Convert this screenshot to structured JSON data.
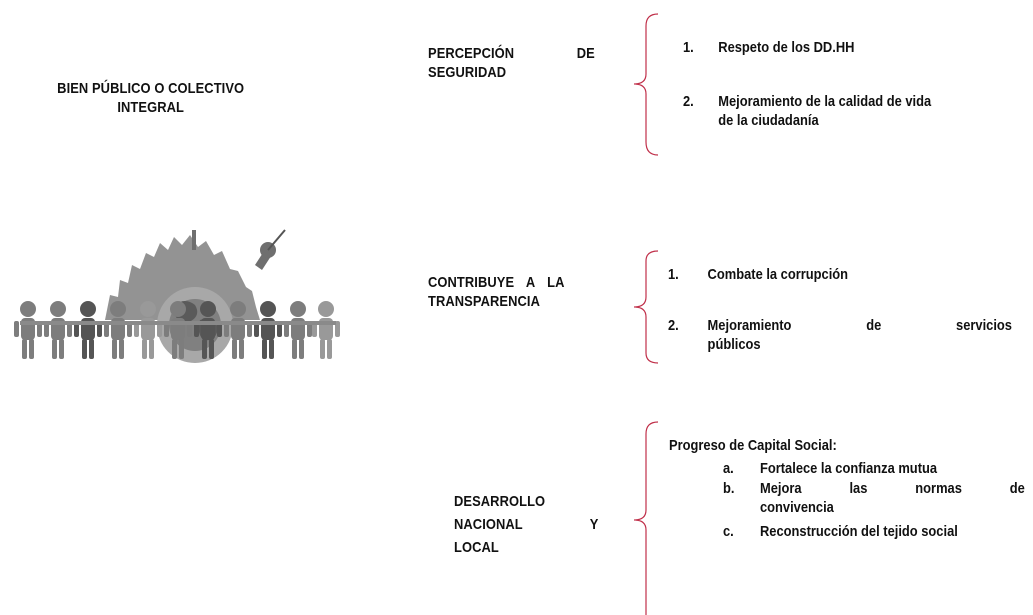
{
  "main_title": {
    "line1": "BIEN PÚBLICO O COLECTIVO",
    "line2": "INTEGRAL"
  },
  "sections": [
    {
      "heading": {
        "line1_a": "PERCEPCIÓN",
        "line1_b": "DE",
        "line2": "SEGURIDAD"
      },
      "items": [
        {
          "marker": "1.",
          "text": "Respeto de los DD.HH"
        },
        {
          "marker": "2.",
          "line1": "Mejoramiento de la calidad de vida",
          "line2": "de la ciudadanía"
        }
      ]
    },
    {
      "heading": {
        "line1": "CONTRIBUYE A LA",
        "line2": "TRANSPARENCIA"
      },
      "items": [
        {
          "marker": "1.",
          "text": "Combate la corrupción"
        },
        {
          "marker": "2.",
          "line1_a": "Mejoramiento",
          "line1_b": "de",
          "line1_c": "servicios",
          "line2": "públicos"
        }
      ]
    },
    {
      "heading": {
        "line1": "DESARROLLO",
        "line2_a": "NACIONAL",
        "line2_b": "Y",
        "line3": "LOCAL"
      },
      "intro": "Progreso de Capital Social:",
      "items": [
        {
          "marker": "a.",
          "text": "Fortalece la confianza mutua"
        },
        {
          "marker": "b.",
          "line1_a": "Mejora",
          "line1_b": "las",
          "line1_c": "normas",
          "line1_d": "de",
          "line2": "convivencia"
        },
        {
          "marker": "c.",
          "text": "Reconstrucción del tejido social"
        }
      ]
    }
  ],
  "colors": {
    "brace": "#c0304a",
    "text": "#111111",
    "people": "#8a8a8a",
    "globe": "#9a9a9a"
  },
  "image": {
    "icon": "people-around-globe-icon"
  }
}
